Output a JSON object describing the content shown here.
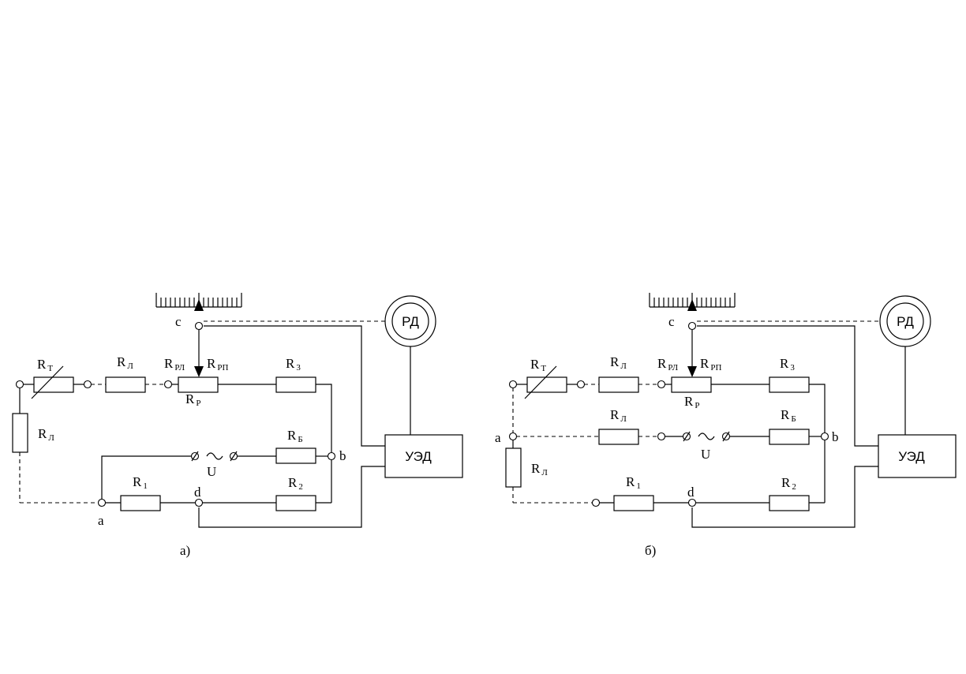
{
  "diagram_a": {
    "caption": "a)",
    "labels": {
      "rt": "R",
      "rt_sub": "Т",
      "rl": "R",
      "rl_sub": "Л",
      "rrl": "R",
      "rrl_sub": "РЛ",
      "rrp": "R",
      "rrp_sub": "РП",
      "r3": "R",
      "r3_sub": "3",
      "rp": "R",
      "rp_sub": "Р",
      "rl_v": "R",
      "rl_v_sub": "Л",
      "rb": "R",
      "rb_sub": "Б",
      "r1": "R",
      "r1_sub": "1",
      "r2": "R",
      "r2_sub": "2",
      "u": "U",
      "node_a": "a",
      "node_b": "b",
      "node_c": "c",
      "node_d": "d",
      "rd": "РД",
      "ued": "УЭД"
    }
  },
  "diagram_b": {
    "caption": "б)",
    "labels": {
      "rt": "R",
      "rt_sub": "Т",
      "rl": "R",
      "rl_sub": "Л",
      "rrl": "R",
      "rrl_sub": "РЛ",
      "rrp": "R",
      "rrp_sub": "РП",
      "r3": "R",
      "r3_sub": "3",
      "rp": "R",
      "rp_sub": "Р",
      "rl_mid": "R",
      "rl_mid_sub": "Л",
      "rb": "R",
      "rb_sub": "Б",
      "rl_v": "R",
      "rl_v_sub": "Л",
      "r1": "R",
      "r1_sub": "1",
      "r2": "R",
      "r2_sub": "2",
      "u": "U",
      "node_a": "a",
      "node_b": "b",
      "node_c": "c",
      "node_d": "d",
      "rd": "РД",
      "ued": "УЭД"
    }
  }
}
